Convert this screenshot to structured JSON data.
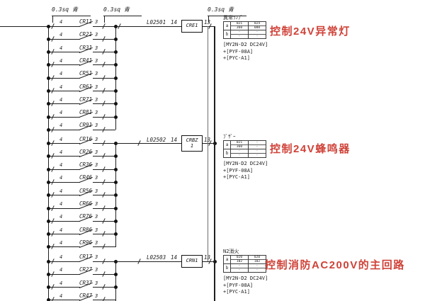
{
  "colors": {
    "line": "#1f1f1f",
    "annotation_red": "#cf4238",
    "background": "#ffffff"
  },
  "wire_specs": [
    {
      "label": "0.3sq 青"
    },
    {
      "label": "0.3sq 青"
    },
    {
      "label": "0.3sq 青"
    }
  ],
  "ladder": {
    "terminal_left": "4",
    "terminal_right": "3",
    "groups": [
      {
        "contacts": [
          "CR11",
          "CR21",
          "CR31",
          "CR41",
          "CR51",
          "CR61",
          "CR71",
          "CR81",
          "CR91"
        ],
        "line_label": "L02501",
        "pin_in": "14",
        "pin_out": "13",
        "relay": "CRE1",
        "relay_line2": ""
      },
      {
        "contacts": [
          "CR16",
          "CR26",
          "CR36",
          "CR46",
          "CR56",
          "CR66",
          "CR76",
          "CR86",
          "CR96"
        ],
        "line_label": "L02502",
        "pin_in": "14",
        "pin_out": "13",
        "relay": "CRBZ",
        "relay_line2": "1"
      },
      {
        "contacts": [
          "CR17",
          "CR27",
          "CR37",
          "CR47"
        ],
        "line_label": "L02503",
        "pin_in": "14",
        "pin_out": "13",
        "relay": "CRN1",
        "relay_line2": ""
      }
    ]
  },
  "devices": [
    {
      "title": "異常ﾗﾝﾌﾟ",
      "table": {
        "row_headers": [
          "a",
          "b"
        ],
        "rows": [
          [
            {
              "top": "021",
              "bottom": "360"
            },
            {
              "top": "024",
              "bottom": "080"
            }
          ],
          [
            {
              "top": "-",
              "bottom": "-"
            },
            {
              "top": "-",
              "bottom": "-"
            }
          ]
        ]
      },
      "specs": [
        "[MY2N-D2 DC24V]",
        "+[PYF-08A]",
        "+[PYC-A1]"
      ],
      "annotation": "控制24V异常灯"
    },
    {
      "title": "ﾌﾞｻﾞｰ",
      "table": {
        "row_headers": [
          "a",
          "b"
        ],
        "rows": [
          [
            {
              "top": "021",
              "bottom": "360"
            },
            {
              "top": "-",
              "bottom": "-"
            }
          ],
          [
            {
              "top": "-",
              "bottom": "-"
            },
            {
              "top": "-",
              "bottom": "-"
            }
          ]
        ]
      },
      "specs": [
        "[MY2N-D2 DC24V]",
        "+[PYF-08A]",
        "+[PYC-A1]"
      ],
      "annotation": "控制24V蜂鸣器"
    },
    {
      "title": "N2消火",
      "table": {
        "row_headers": [
          "a",
          "b"
        ],
        "rows": [
          [
            {
              "top": "020",
              "bottom": "102"
            },
            {
              "top": "020",
              "bottom": "102"
            }
          ],
          [
            {
              "top": "-",
              "bottom": "-"
            },
            {
              "top": "-",
              "bottom": "-"
            }
          ]
        ]
      },
      "specs": [
        "[MY2N-D2 DC24V]",
        "+[PYF-08A]",
        "+[PYC-A1]"
      ],
      "annotation": "控制消防AC200V的主回路"
    }
  ]
}
